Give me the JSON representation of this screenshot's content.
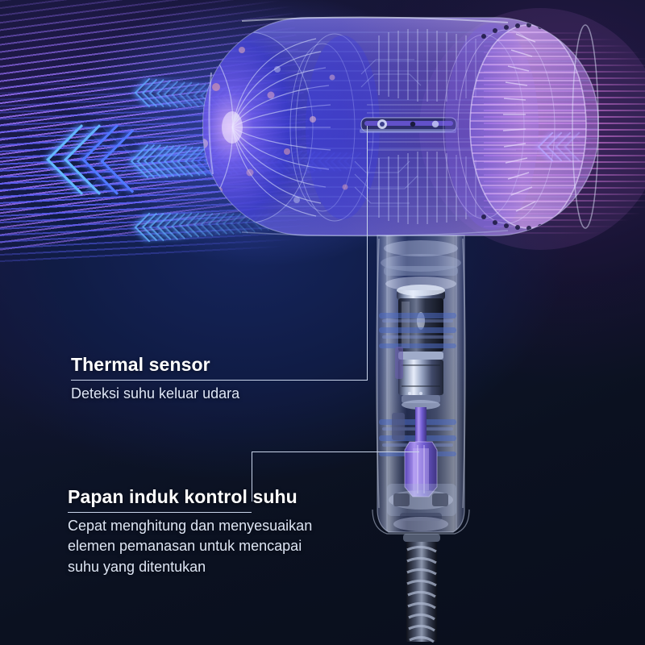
{
  "scene": {
    "subject": "exploded cutaway hair dryer",
    "background_color": "#0b1120",
    "accent_blue": "#4e7bff",
    "accent_cyan": "#63b8ff",
    "accent_violet": "#966ef5",
    "accent_pink": "#e882eb",
    "rule_color": "#c9d4ea",
    "text_color": "#eef2fb"
  },
  "airflow": {
    "inflow_label": "intake-airflow-stripes",
    "outflow_label": "exhaust-airflow-stripes",
    "inflow_arrow_direction": "left",
    "inflow_arrow_count": 34,
    "outflow_arrow_count": 4
  },
  "callouts": [
    {
      "id": "thermal-sensor",
      "title": "Thermal sensor",
      "body_lines": [
        "Deteksi suhu keluar udara"
      ],
      "title_bold": true
    },
    {
      "id": "control-board",
      "title": "Papan induk kontrol suhu",
      "body_lines": [
        "Cepat menghitung dan menyesuaikan",
        "elemen pemanasan untuk mencapai",
        "suhu yang ditentukan"
      ],
      "title_bold": true
    }
  ]
}
